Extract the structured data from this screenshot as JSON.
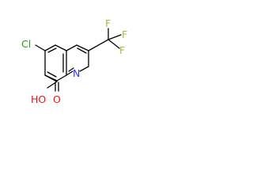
{
  "molecule": {
    "labels": {
      "cl": "Cl",
      "n": "N",
      "f_top": "F",
      "f_right": "F",
      "f_bottom": "F",
      "ho": "HO",
      "o": "O"
    },
    "colors": {
      "bond": "#000000",
      "carbon_text": "#000000",
      "chlorine": "#1fa01f",
      "nitrogen": "#3333ff",
      "fluorine": "#9bc33a",
      "oxygen": "#ee1111"
    }
  }
}
